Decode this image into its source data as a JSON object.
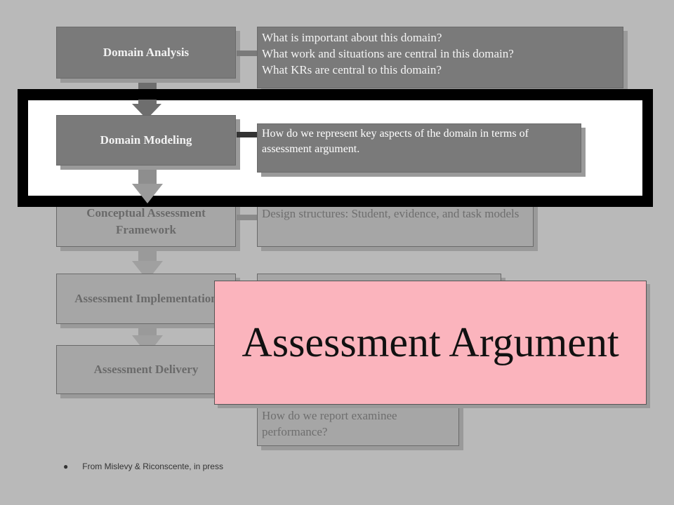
{
  "layers": [
    {
      "label": "Domain Analysis"
    },
    {
      "label": "Domain Modeling"
    },
    {
      "label": "Conceptual Assessment Framework"
    },
    {
      "label": "Assessment Implementation"
    },
    {
      "label": "Assessment  Delivery"
    }
  ],
  "descriptions": [
    {
      "lines": [
        "What is important about this domain?",
        "What work and situations are central in this domain?",
        "What KRs are central to this domain?"
      ]
    },
    {
      "lines": [
        "How do we represent key aspects of the  domain in terms of assessment  argument."
      ]
    },
    {
      "lines": [
        "Design structures: Student, evidence, and task models"
      ]
    },
    {
      "lines": [
        "How do we report examinee performance?"
      ]
    }
  ],
  "callout": {
    "text": "Assessment Argument"
  },
  "footnote": {
    "bullet": "●",
    "text": "From Mislevy & Riconscente, in press"
  },
  "colors": {
    "background": "#b9b9b9",
    "highlight_frame": "#000000",
    "callout_fill": "#fbb4bd"
  }
}
